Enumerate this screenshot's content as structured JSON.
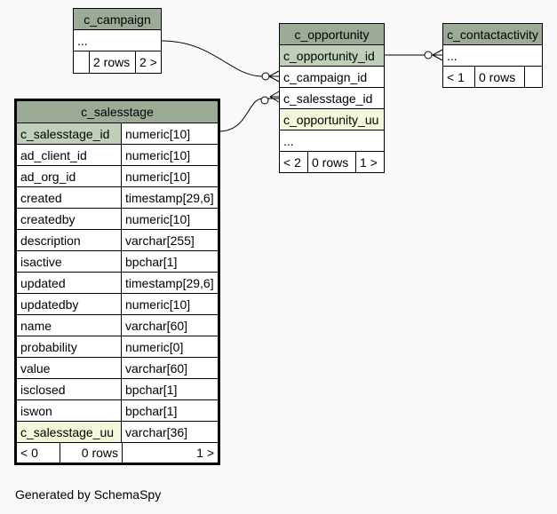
{
  "footer": "Generated by SchemaSpy",
  "tables": {
    "c_campaign": {
      "name": "c_campaign",
      "columns": [
        "..."
      ],
      "footer": {
        "parents": "",
        "rows": "2 rows",
        "children": "2 >"
      }
    },
    "c_opportunity": {
      "name": "c_opportunity",
      "columns": [
        "c_opportunity_id",
        "c_campaign_id",
        "c_salesstage_id",
        "c_opportunity_uu",
        "..."
      ],
      "footer": {
        "parents": "< 2",
        "rows": "0 rows",
        "children": "1 >"
      }
    },
    "c_contactactivity": {
      "name": "c_contactactivity",
      "columns": [
        "..."
      ],
      "footer": {
        "parents": "< 1",
        "rows": "0 rows",
        "children": ""
      }
    },
    "c_salesstage": {
      "name": "c_salesstage",
      "columns": [
        {
          "name": "c_salesstage_id",
          "type": "numeric[10]"
        },
        {
          "name": "ad_client_id",
          "type": "numeric[10]"
        },
        {
          "name": "ad_org_id",
          "type": "numeric[10]"
        },
        {
          "name": "created",
          "type": "timestamp[29,6]"
        },
        {
          "name": "createdby",
          "type": "numeric[10]"
        },
        {
          "name": "description",
          "type": "varchar[255]"
        },
        {
          "name": "isactive",
          "type": "bpchar[1]"
        },
        {
          "name": "updated",
          "type": "timestamp[29,6]"
        },
        {
          "name": "updatedby",
          "type": "numeric[10]"
        },
        {
          "name": "name",
          "type": "varchar[60]"
        },
        {
          "name": "probability",
          "type": "numeric[0]"
        },
        {
          "name": "value",
          "type": "varchar[60]"
        },
        {
          "name": "isclosed",
          "type": "bpchar[1]"
        },
        {
          "name": "iswon",
          "type": "bpchar[1]"
        },
        {
          "name": "c_salesstage_uu",
          "type": "varchar[36]"
        }
      ],
      "footer": {
        "parents": "< 0",
        "rows": "0 rows",
        "children": "1 >"
      }
    }
  },
  "colors": {
    "header": "#9bab96",
    "primary_key": "#bed1b8",
    "unique_key": "#f4f7da",
    "background": "#f9f9f9"
  }
}
